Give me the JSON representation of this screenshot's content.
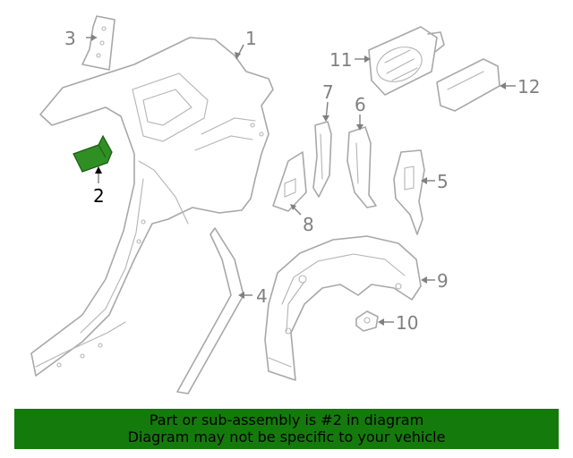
{
  "callouts": {
    "p1": "1",
    "p2": "2",
    "p3": "3",
    "p4": "4",
    "p5": "5",
    "p6": "6",
    "p7": "7",
    "p8": "8",
    "p9": "9",
    "p10": "10",
    "p11": "11",
    "p12": "12"
  },
  "colors": {
    "highlight": "#2f8f24",
    "banner": "#157a0c",
    "line": "#a8a8a8",
    "label": "#808080"
  },
  "footer": {
    "line1": "Part or sub-assembly is #2 in diagram",
    "line2": "Diagram may not be specific to your vehicle"
  }
}
